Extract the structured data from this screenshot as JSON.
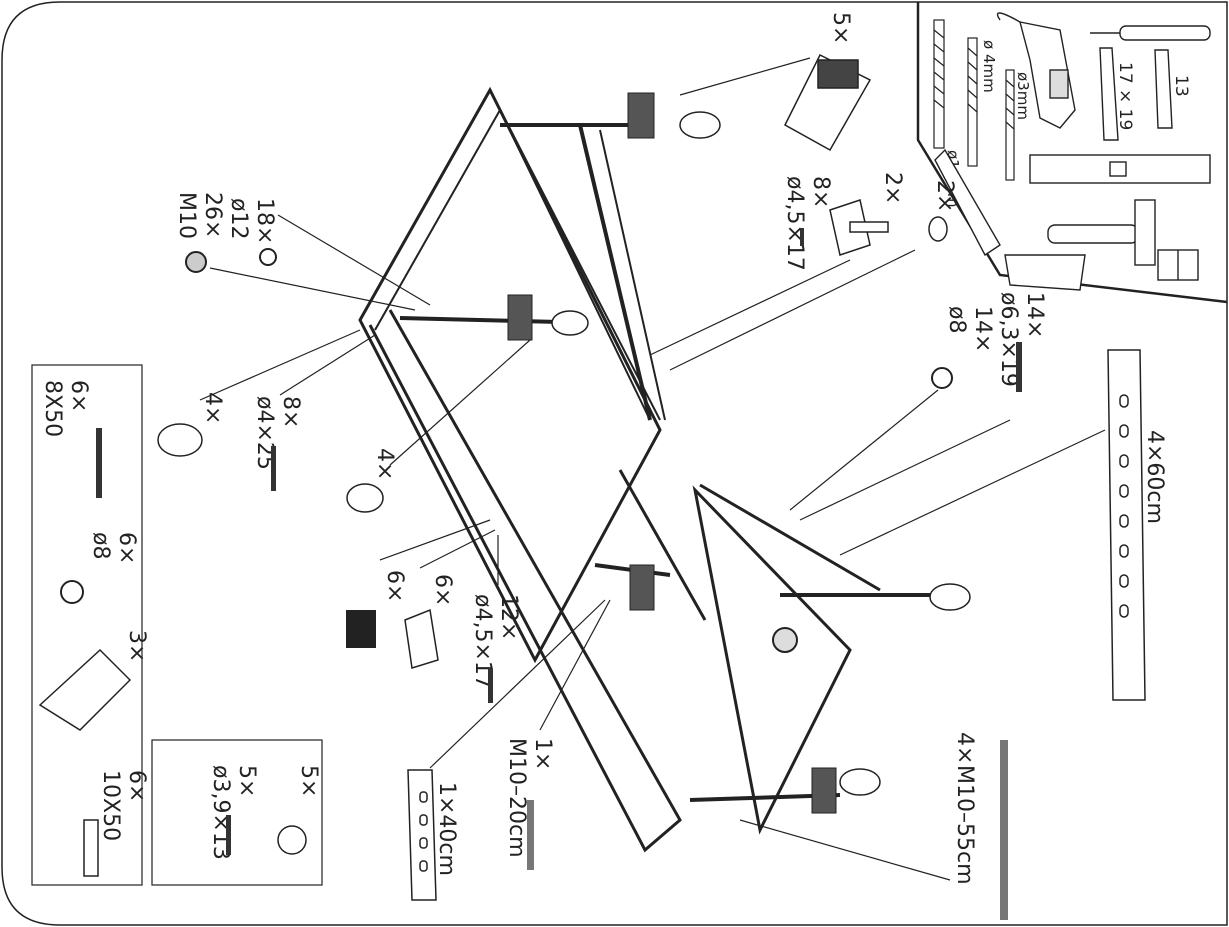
{
  "labels": {
    "top_hook": "5×",
    "washer_big_qty": "18×",
    "washer_big_size": "ø12",
    "nut_qty": "26×",
    "nut_size": "M10",
    "screw_a_qty": "8×",
    "screw_a_size": "ø4,5×17",
    "leg_plate_qty": "2×",
    "knob_qty": "2×",
    "screw_b_qty": "14×",
    "screw_b_size": "ø6,3×19",
    "washer_small_qty": "14×",
    "washer_small_size": "ø8",
    "foot_qty_a": "4×",
    "screw_c_qty": "8×",
    "screw_c_size": "ø4×25",
    "foot_qty_b": "4×",
    "clip_a_qty": "6×",
    "clip_b_qty": "6×",
    "screw_d_qty": "12×",
    "screw_d_size": "ø4,5×17",
    "rail_long_qty": "4×60cm",
    "rod_long_qty": "4×",
    "rod_long_size": "M10–55cm",
    "rod_short_qty": "1×",
    "rod_short_size": "M10–20cm",
    "rail_short_qty": "1×40cm"
  },
  "box1": {
    "bolt_qty": "6×",
    "bolt_size": "8X50",
    "washer_qty": "6×",
    "washer_size": "ø8",
    "bracket_qty": "3×",
    "plug_qty": "6×",
    "plug_size": "10X50"
  },
  "box2": {
    "cap_qty": "5×",
    "screw_qty": "5×",
    "screw_size": "ø3,9×13"
  },
  "tools": {
    "drill_a": "ø10mm",
    "drill_b": "ø 4mm",
    "drill_c": "ø3mm",
    "wrench_a": "17 × 19",
    "wrench_b": "13"
  }
}
